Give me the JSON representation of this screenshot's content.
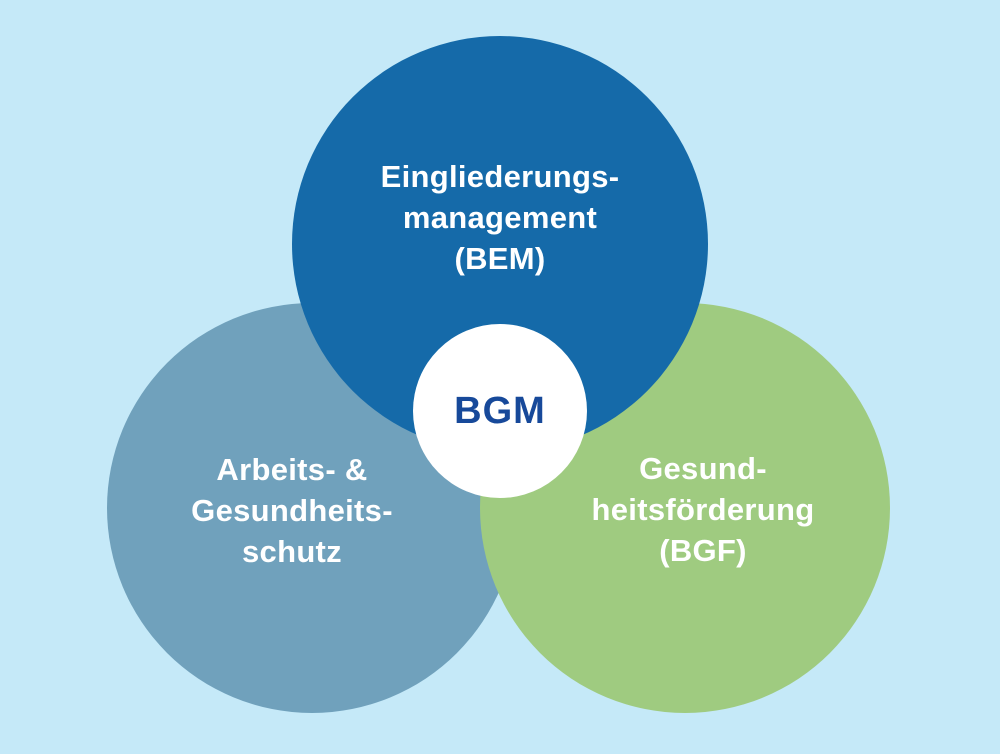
{
  "diagram": {
    "background_color": "#C5E9F8",
    "label_text_color": "#FFFFFF",
    "circles": [
      {
        "id": "bem",
        "color": "#156AA9",
        "label_lines": [
          "Eingliederungs-",
          "management",
          "(BEM)"
        ],
        "label_full": "Eingliederungsmanagement (BEM)"
      },
      {
        "id": "arbeits-gesundheitsschutz",
        "color": "#70A1BC",
        "label_lines": [
          "Arbeits- &",
          "Gesundheits-",
          "schutz"
        ],
        "label_full": "Arbeits- & Gesundheitsschutz"
      },
      {
        "id": "bgf",
        "color": "#9FCB80",
        "label_lines": [
          "Gesund-",
          "heitsförderung",
          "(BGF)"
        ],
        "label_full": "Gesundheitsförderung (BGF)"
      }
    ],
    "center": {
      "label": "BGM",
      "circle_color": "#FFFFFF",
      "label_color": "#17499A"
    }
  }
}
